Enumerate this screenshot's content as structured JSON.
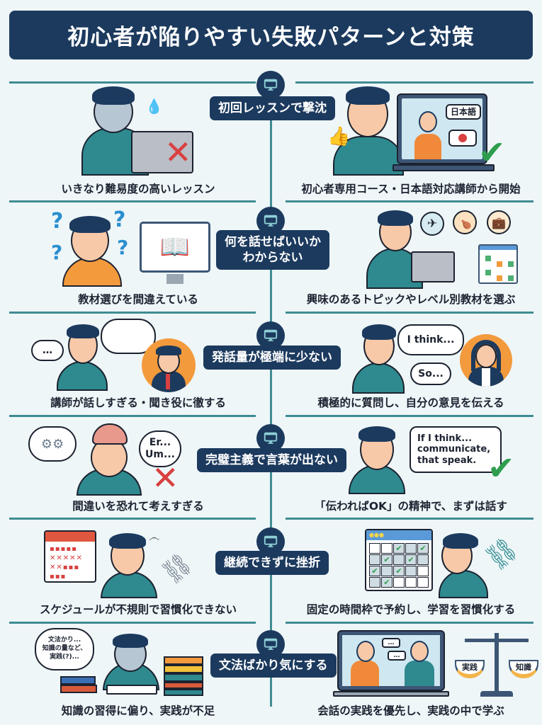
{
  "title": "初心者が陥りやすい失敗パターンと対策",
  "colors": {
    "background": "#eef6f8",
    "title_bg": "#1c3a5e",
    "line": "#3f8c92",
    "shirt_teal": "#2f8a8f",
    "shirt_orange": "#f39a3c",
    "bad_mark": "#d94040",
    "good_mark": "#2e9e4e"
  },
  "rows": [
    {
      "label": "初回レッスンで撃沈",
      "problem": "いきなり難易度の高いレッスン",
      "solution": "初心者専用コース・日本語対応講師から開始",
      "problem_icon": "overwhelmed-student-laptop-x",
      "solution_icon": "thumbs-up-student-video-teacher-check",
      "solution_bubbles": [
        "日本語",
        "🇯🇵"
      ]
    },
    {
      "label_line1": "何を話せばいいか",
      "label_line2": "わからない",
      "problem": "教材選びを間違えている",
      "solution": "興味のあるトピックやレベル別教材を選ぶ",
      "problem_icon": "confused-student-book-monitor",
      "solution_icon": "student-laptop-topics-flowchart"
    },
    {
      "label": "発話量が極端に少ない",
      "problem": "講師が話しすぎる・聞き役に徹する",
      "solution": "積極的に質問し、自分の意見を伝える",
      "problem_bubble": "…",
      "solution_bubbles": [
        "I think...",
        "So..."
      ],
      "problem_icon": "quiet-student-talkative-teacher",
      "solution_icon": "student-teacher-conversation"
    },
    {
      "label": "完璧主義で言葉が出ない",
      "problem": "間違いを恐れて考えすぎる",
      "solution": "「伝わればOK」の精神で、まずは話す",
      "problem_bubble_line1": "Er...",
      "problem_bubble_line2": "Um...",
      "solution_bubble_line1": "If I think...",
      "solution_bubble_line2": "communicate,",
      "solution_bubble_line3": "that speak.",
      "problem_icon": "stressed-student-gears-x",
      "solution_icon": "speaking-student-check"
    },
    {
      "label": "継続できずに挫折",
      "problem": "スケジュールが不規則で習慣化できない",
      "solution": "固定の時間枠で予約し、学習を習慣化する",
      "problem_icon": "irregular-calendar-broken-chain",
      "solution_icon": "checked-calendar-linked-chain"
    },
    {
      "label": "文法ばかり気にする",
      "problem": "知識の習得に偏り、実践が不足",
      "solution": "会話の実践を優先し、実践の中で学ぶ",
      "problem_thought_line1": "文法かり...",
      "problem_thought_line2": "知識の量など、",
      "problem_thought_line3": "実践(?)...",
      "scale_left": "実践",
      "scale_right": "知識",
      "problem_icon": "student-buried-in-books",
      "solution_icon": "video-conversation-balance-scale"
    }
  ]
}
